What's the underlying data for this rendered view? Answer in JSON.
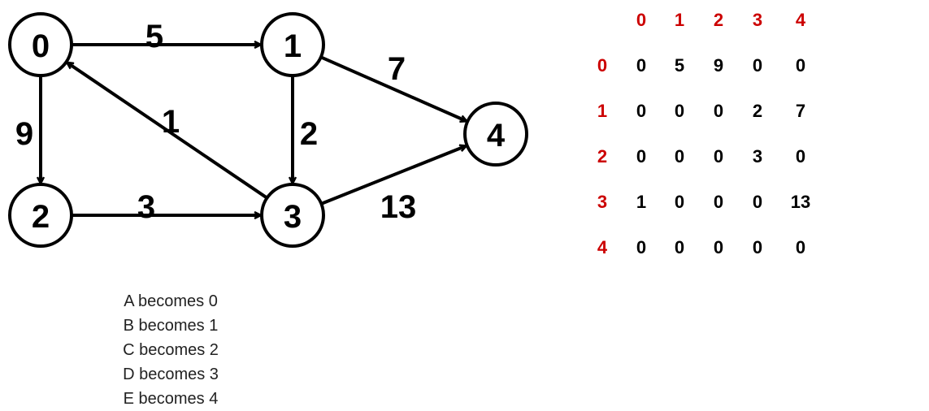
{
  "graph": {
    "nodes": [
      {
        "id": "0",
        "label": "0"
      },
      {
        "id": "1",
        "label": "1"
      },
      {
        "id": "2",
        "label": "2"
      },
      {
        "id": "3",
        "label": "3"
      },
      {
        "id": "4",
        "label": "4"
      }
    ],
    "edges": [
      {
        "from": "0",
        "to": "1",
        "weight": "5"
      },
      {
        "from": "0",
        "to": "2",
        "weight": "9"
      },
      {
        "from": "1",
        "to": "3",
        "weight": "2"
      },
      {
        "from": "1",
        "to": "4",
        "weight": "7"
      },
      {
        "from": "2",
        "to": "3",
        "weight": "3"
      },
      {
        "from": "3",
        "to": "0",
        "weight": "1"
      },
      {
        "from": "3",
        "to": "4",
        "weight": "13"
      }
    ]
  },
  "matrix": {
    "column_headers": [
      "0",
      "1",
      "2",
      "3",
      "4"
    ],
    "row_headers": [
      "0",
      "1",
      "2",
      "3",
      "4"
    ],
    "rows": [
      [
        "0",
        "5",
        "9",
        "0",
        "0"
      ],
      [
        "0",
        "0",
        "0",
        "2",
        "7"
      ],
      [
        "0",
        "0",
        "0",
        "3",
        "0"
      ],
      [
        "1",
        "0",
        "0",
        "0",
        "13"
      ],
      [
        "0",
        "0",
        "0",
        "0",
        "0"
      ]
    ],
    "header_color": "#cc0000",
    "value_color": "#000000"
  },
  "mapping": [
    "A becomes 0",
    "B becomes 1",
    "C becomes 2",
    "D becomes 3",
    "E becomes 4"
  ]
}
